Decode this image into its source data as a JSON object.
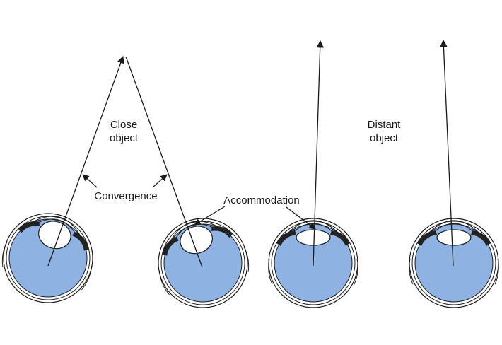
{
  "labels": {
    "close_line1": "Close",
    "close_line2": "object",
    "distant_line1": "Distant",
    "distant_line2": "object",
    "convergence": "Convergence",
    "accommodation": "Accommodation"
  },
  "colors": {
    "eyeball_fill": "#8eb3e2",
    "lens_fill": "#ffffff",
    "outline": "#1a1a1a"
  }
}
